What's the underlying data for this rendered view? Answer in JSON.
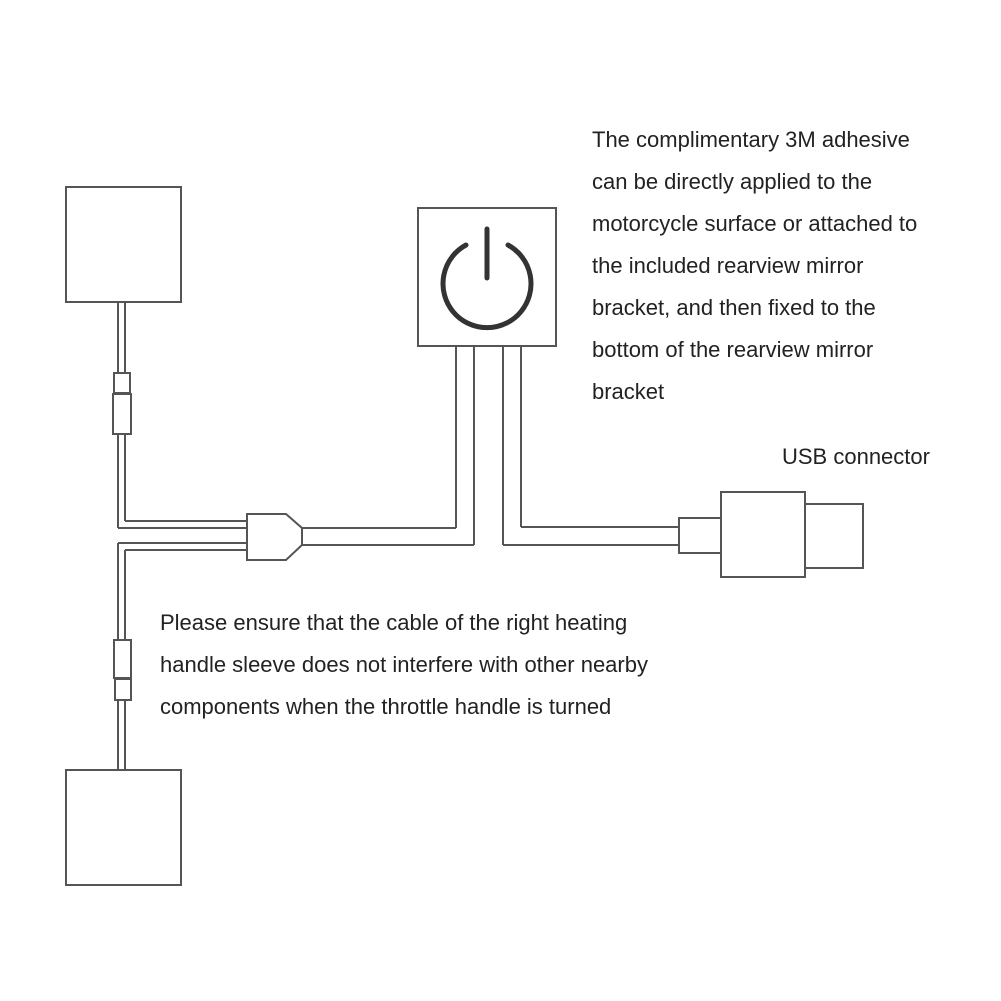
{
  "colors": {
    "line": "#555555",
    "text": "#222222",
    "background": "#ffffff"
  },
  "icons": {
    "switch": "power-icon"
  },
  "annotations": {
    "adhesive_note": [
      "The complimentary 3M adhesive",
      "can be directly applied to the",
      "motorcycle surface or attached to",
      "the included rearview mirror",
      "bracket, and then fixed to the",
      "bottom of the rearview mirror",
      "bracket"
    ],
    "usb_label": "USB connector",
    "cable_note": [
      "Please ensure that the cable of the right heating",
      "handle sleeve does not interfere with other nearby",
      "components when the throttle handle is turned"
    ]
  }
}
